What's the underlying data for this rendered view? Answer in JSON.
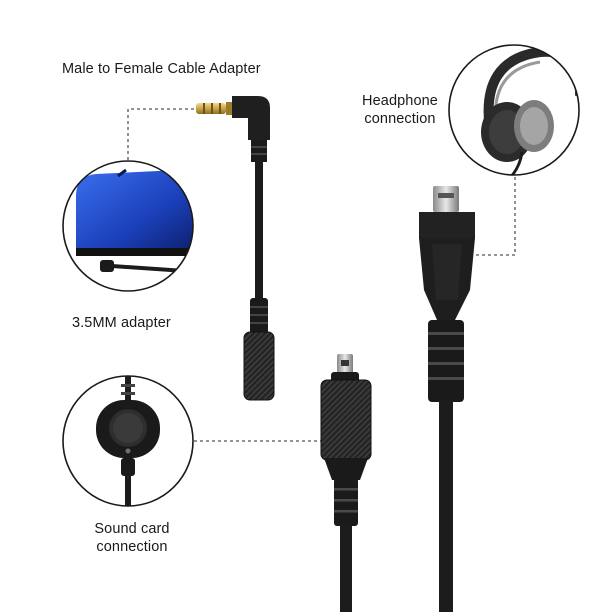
{
  "labels": {
    "cable_title": "Male to Female Cable Adapter",
    "headphone_line1": "Headphone",
    "headphone_line2": "connection",
    "adapter": "3.5MM adapter",
    "soundcard_line1": "Sound card",
    "soundcard_line2": "connection"
  },
  "icons": {
    "headphone": "headphone-icon",
    "phone": "phone-icon",
    "control": "inline-control-icon"
  },
  "colors": {
    "cable": "#1c1c1c",
    "phone_blue": "#1f4fd8",
    "gold_plug": "#c9a64a",
    "dashed_line": "#555555",
    "circle_border": "#1a1a1a"
  }
}
